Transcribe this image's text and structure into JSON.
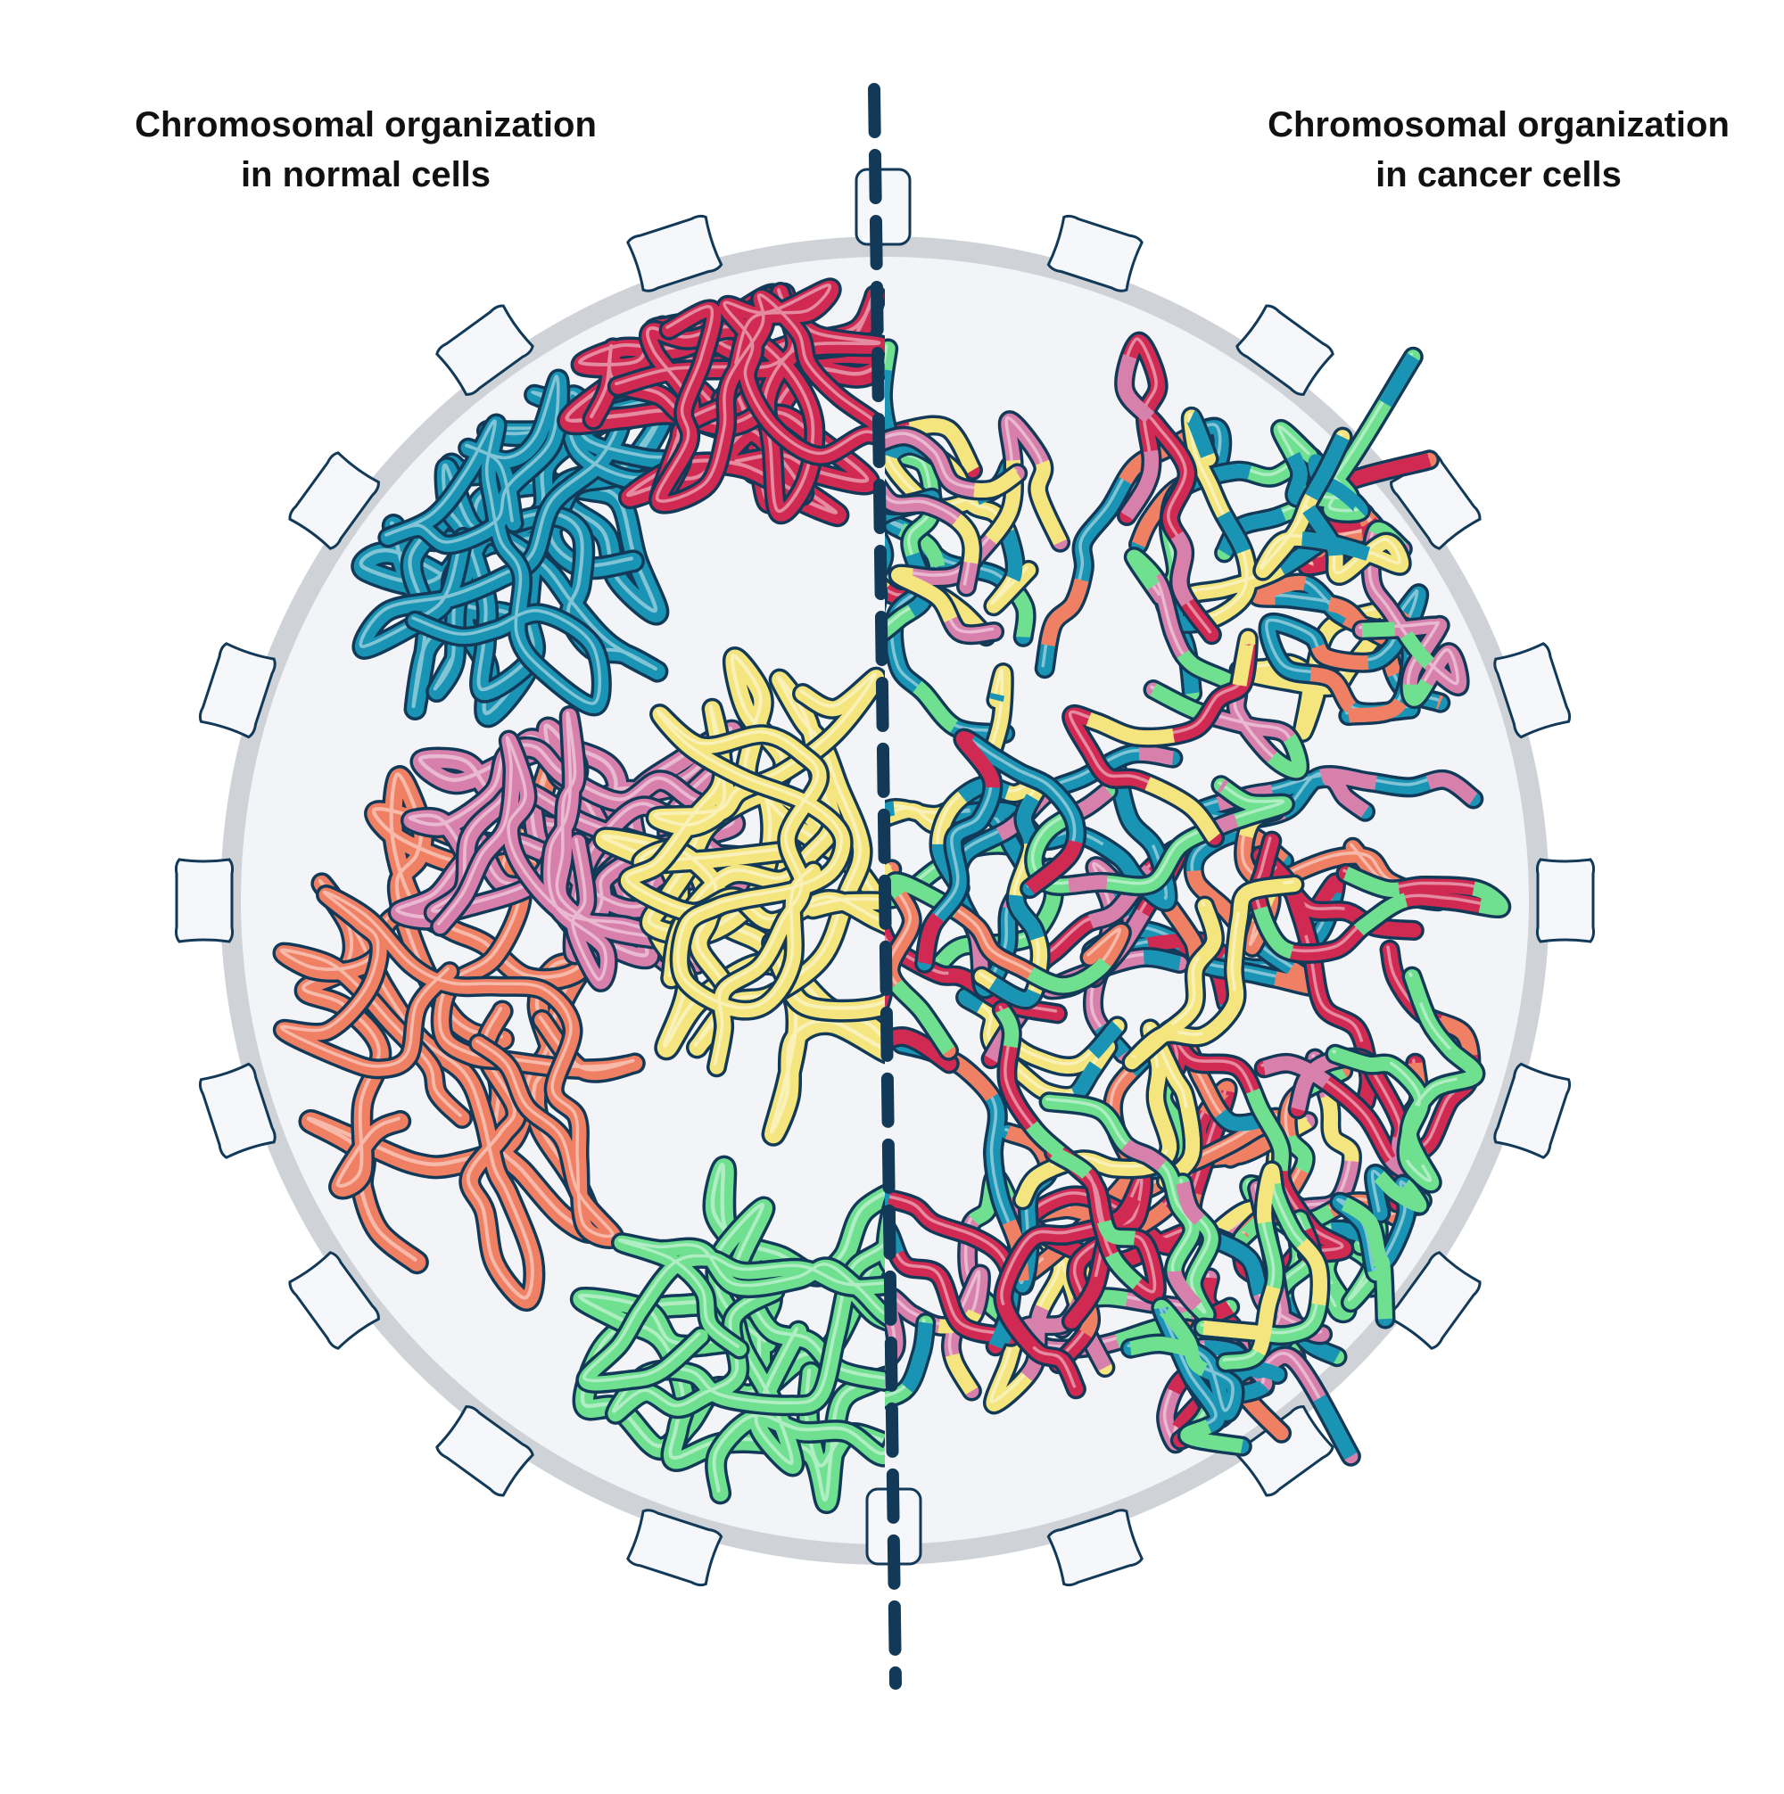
{
  "labels": {
    "normal": {
      "line1": "Chromosomal organization",
      "line2": "in normal cells"
    },
    "cancer": {
      "line1": "Chromosomal organization",
      "line2": "in cancer cells"
    }
  },
  "colors": {
    "blue": "#1a94b4",
    "crimson": "#d02a52",
    "yellow": "#f4e57e",
    "pink": "#d880ac",
    "salmon": "#f08064",
    "green": "#6ee090",
    "outline": "#123a58",
    "envelope": "#cfd3d8",
    "nucleoplasm": "#f2f4f7",
    "pore": "#f5f7fa"
  },
  "territories": [
    {
      "name": "blue",
      "color_key": "blue"
    },
    {
      "name": "crimson",
      "color_key": "crimson"
    },
    {
      "name": "yellow",
      "color_key": "yellow"
    },
    {
      "name": "pink",
      "color_key": "pink"
    },
    {
      "name": "salmon",
      "color_key": "salmon"
    },
    {
      "name": "green",
      "color_key": "green"
    }
  ]
}
